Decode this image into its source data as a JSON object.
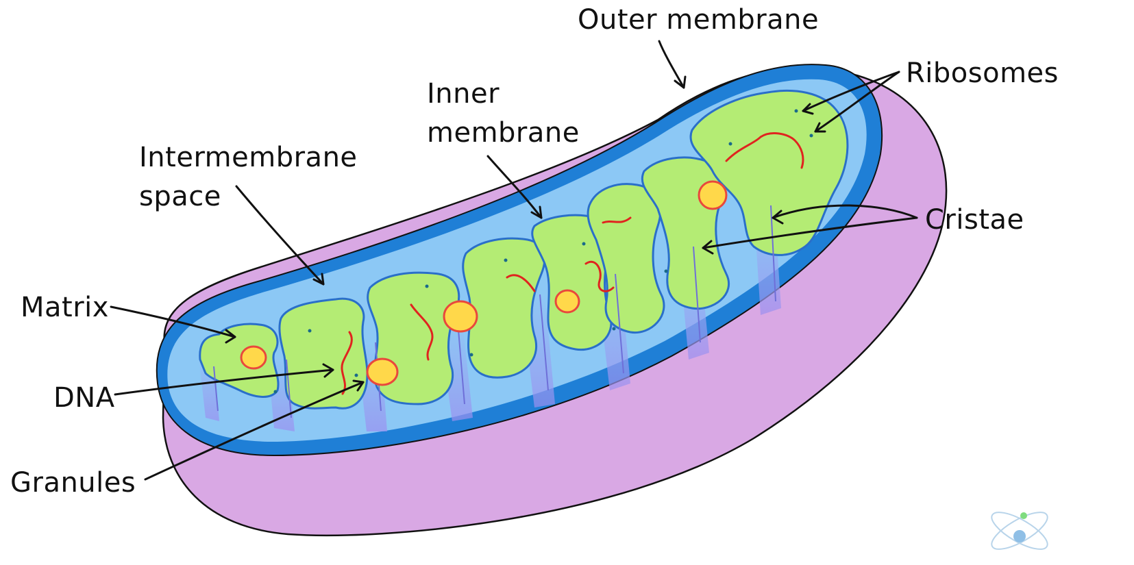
{
  "diagram": {
    "labels": {
      "outer_membrane": "Outer membrane",
      "inner_membrane_line1": "Inner",
      "inner_membrane_line2": "membrane",
      "intermembrane_line1": "Intermembrane",
      "intermembrane_line2": "space",
      "ribosomes": "Ribosomes",
      "cristae": "Cristae",
      "matrix": "Matrix",
      "dna": "DNA",
      "granules": "Granules"
    },
    "colors": {
      "outer_membrane": "#1f7fd6",
      "intermembrane_space": "#8cc8f5",
      "outer_shell": "#d9a8e4",
      "matrix": "#b4ec74",
      "matrix_outline": "#2a6fc9",
      "cristae_channel": "#9ba9ef",
      "granule": "#ffd84a",
      "granule_outline": "#e9483c",
      "dna": "#e0241f",
      "ribosome": "#1a6a8a"
    },
    "logo": "atom-logo"
  }
}
